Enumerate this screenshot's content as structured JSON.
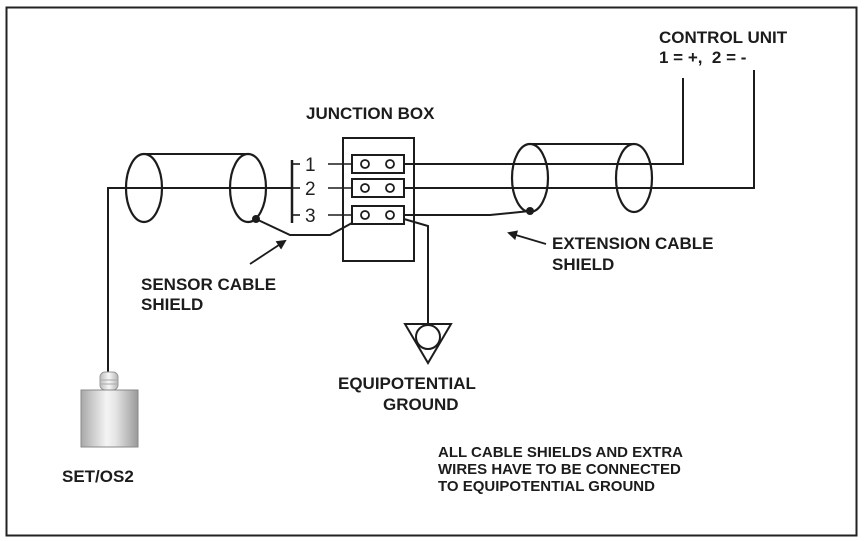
{
  "diagram": {
    "title": "Wiring diagram: SET/OS2 sensor via junction box to control unit",
    "control_unit": {
      "title": "CONTROL UNIT",
      "polarity": "1 = +,  2 = -"
    },
    "junction_box": {
      "title": "JUNCTION BOX",
      "terminals": [
        "1",
        "2",
        "3"
      ]
    },
    "sensor_shield_label": [
      "SENSOR CABLE",
      "SHIELD"
    ],
    "extension_shield_label": [
      "EXTENSION CABLE",
      "SHIELD"
    ],
    "ground_label": [
      "EQUIPOTENTIAL",
      "GROUND"
    ],
    "sensor_label": "SET/OS2",
    "note": [
      "ALL CABLE SHIELDS AND EXTRA",
      "WIRES HAVE TO BE CONNECTED",
      "TO EQUIPOTENTIAL GROUND"
    ],
    "icons": {
      "ground": "equipotential-ground-symbol",
      "sensor": "cylindrical-level-sensor",
      "cable": "shielded-cable"
    }
  }
}
